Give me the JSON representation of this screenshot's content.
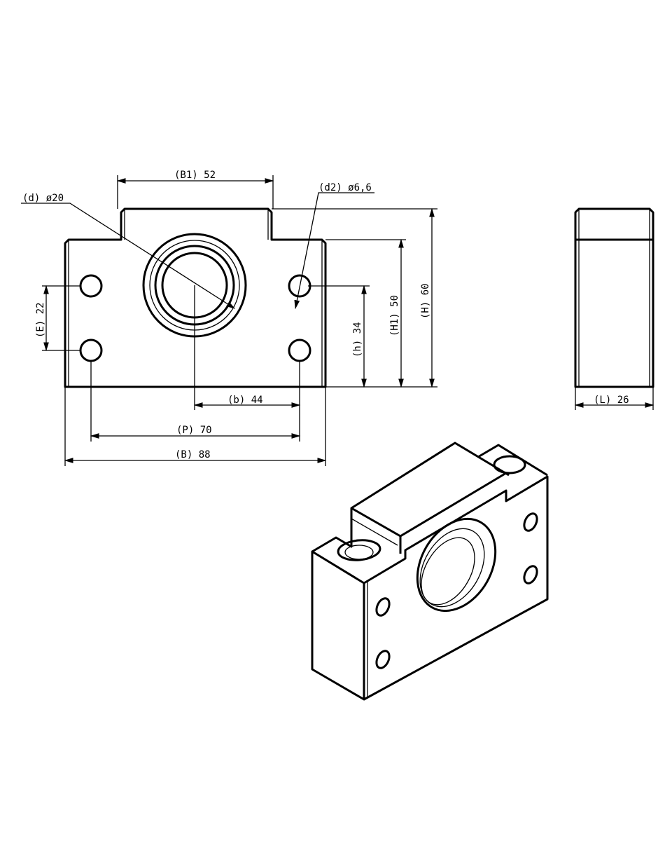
{
  "title": "Ball screw support bracket drawing",
  "dimensions": {
    "B1": "(B1) 52",
    "d": "(d) ø20",
    "d2": "(d2) ø6,6",
    "E": "(E) 22",
    "h": "(h) 34",
    "H1": "(H1) 50",
    "H": "(H) 60",
    "b": "(b) 44",
    "P": "(P) 70",
    "B": "(B) 88",
    "L": "(L) 26"
  },
  "colors": {
    "line": "#000000",
    "background": "#ffffff"
  }
}
